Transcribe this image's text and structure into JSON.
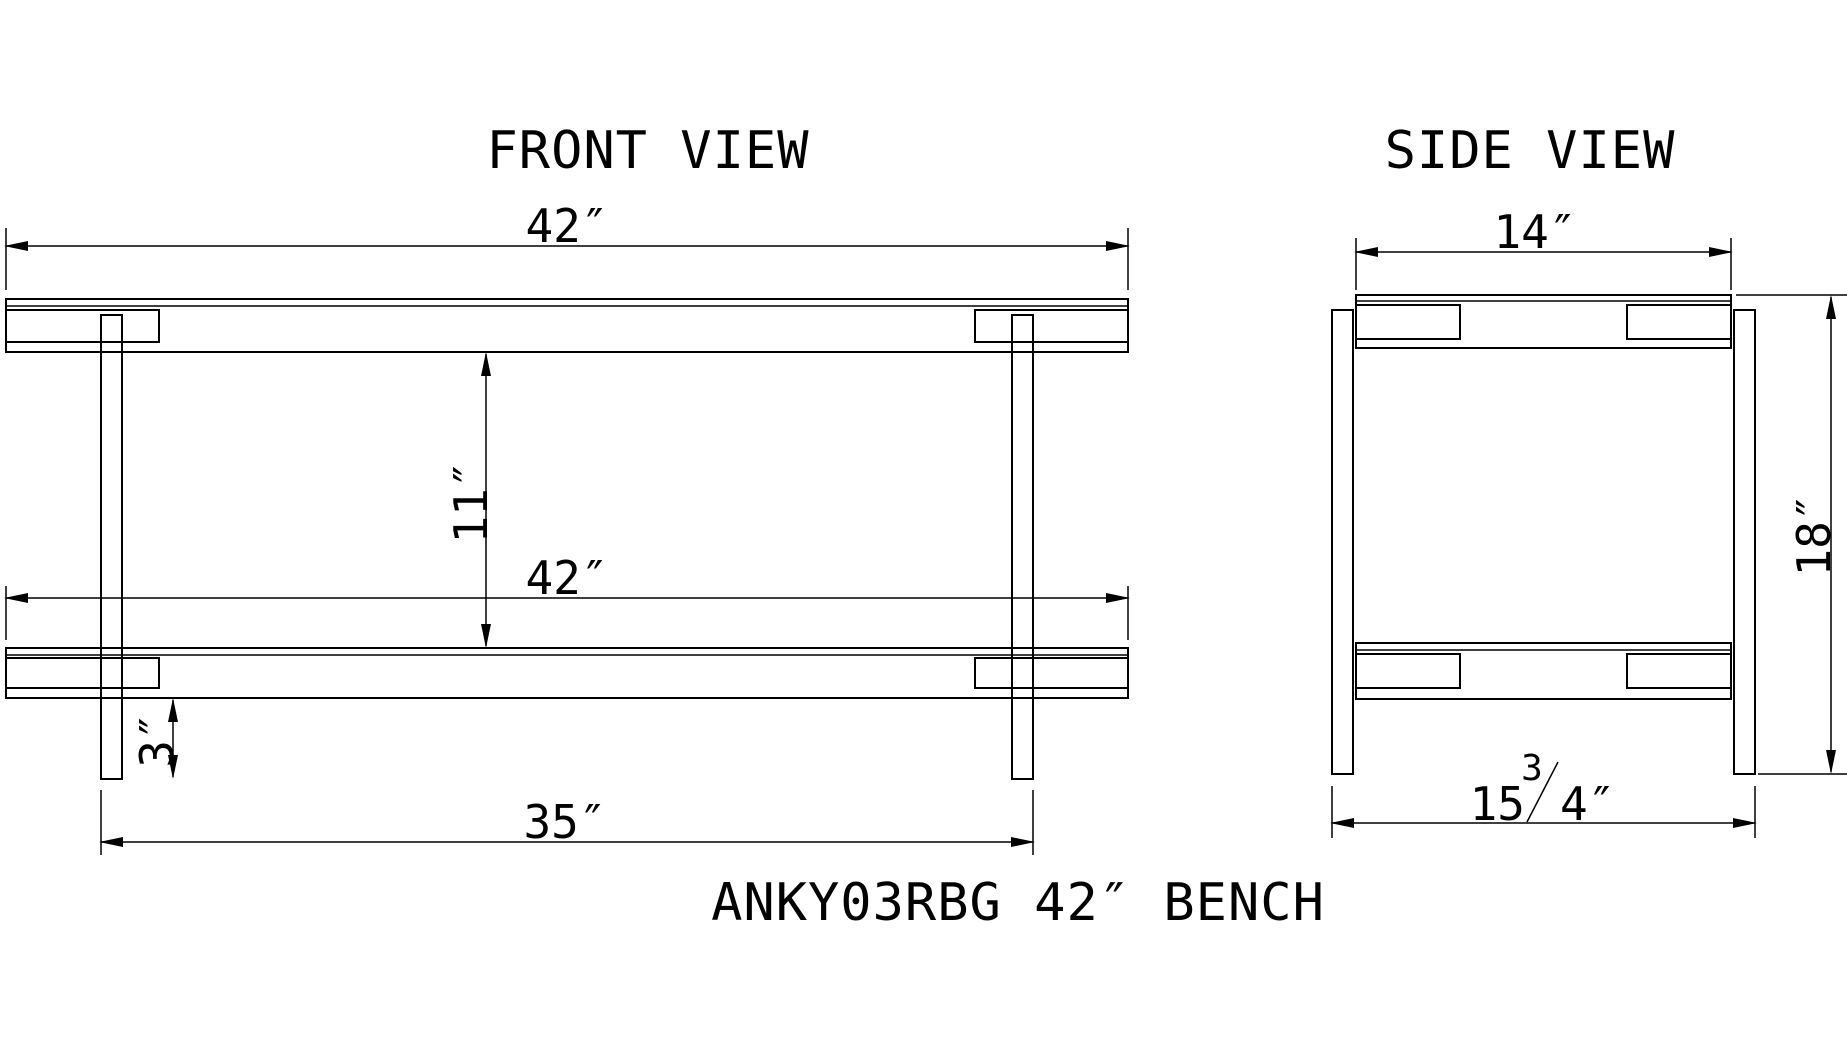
{
  "front_view": {
    "title": "FRONT VIEW",
    "top_width": "42″",
    "shelf_gap": "11″",
    "bottom_width": "42″",
    "leg_foot": "3″",
    "leg_span": "35″"
  },
  "side_view": {
    "title": "SIDE VIEW",
    "top_depth": "14″",
    "height": "18″",
    "base_depth_whole": "15",
    "base_depth_num": "3",
    "base_depth_den": "4″"
  },
  "caption": "ANKY03RBG 42″ BENCH"
}
